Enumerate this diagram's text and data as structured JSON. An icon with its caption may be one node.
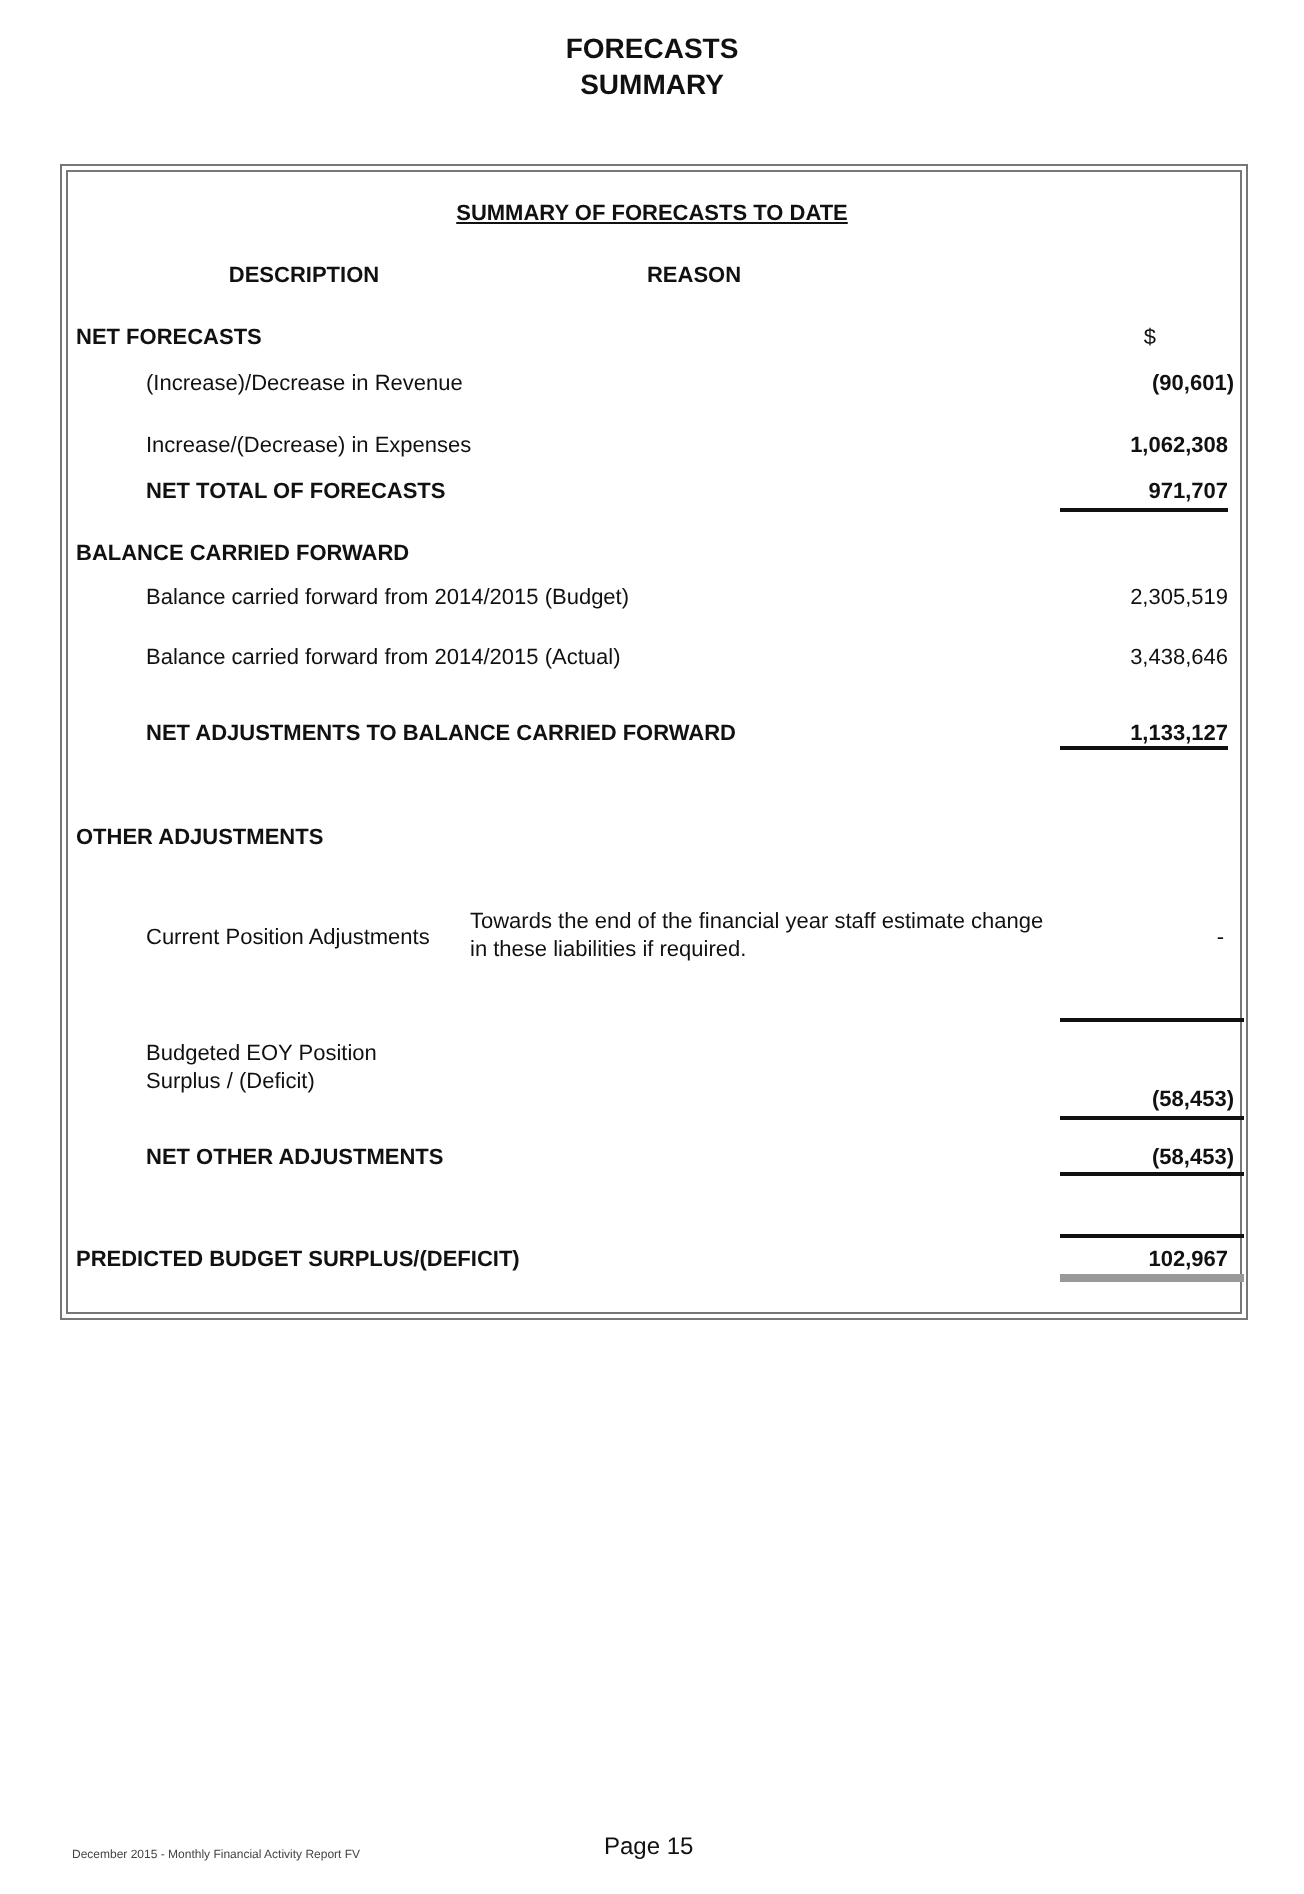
{
  "diagram": {
    "title": "FORECASTS SUMMARY",
    "labels": [
      "SUMMARY OF FORECASTS TO DATE",
      "DESCRIPTION",
      "REASON",
      "NET FORECASTS",
      "$",
      "(Increase)/Decrease in Revenue",
      "(90,601)",
      "Increase/(Decrease) in Expenses",
      "1,062,308",
      "NET TOTAL OF FORECASTS",
      "971,707",
      "BALANCE CARRIED FORWARD",
      "Balance carried forward from 2014/2015 (Budget)",
      "2,305,519",
      "Balance carried forward from 2014/2015 (Actual)",
      "3,438,646",
      "NET ADJUSTMENTS TO BALANCE CARRIED FORWARD",
      "1,133,127",
      "OTHER ADJUSTMENTS",
      "Current Position Adjustments",
      "Towards the end of the financial year staff estimate change in these liabilities if required.",
      "-",
      "Budgeted EOY Position Surplus / (Deficit)",
      "(58,453)",
      "NET OTHER ADJUSTMENTS",
      "(58,453)",
      "PREDICTED BUDGET SURPLUS/(DEFICIT)",
      "102,967",
      "December 2015 - Monthly Financial Activity Report FV",
      "Page 15"
    ]
  }
}
